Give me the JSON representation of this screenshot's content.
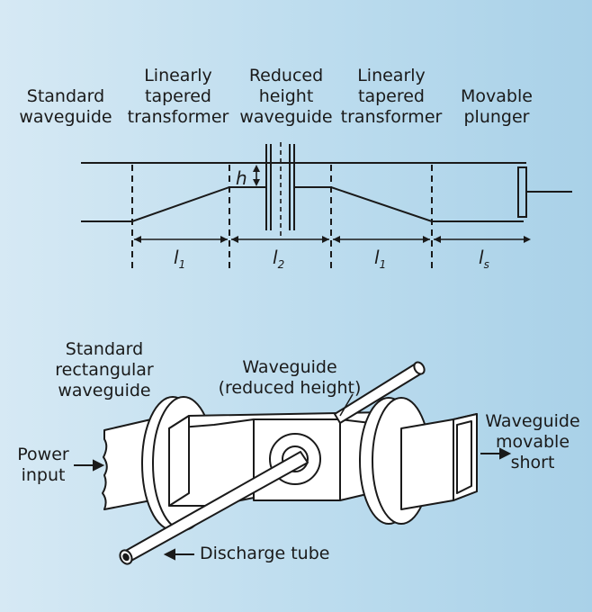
{
  "top_diagram": {
    "labels": {
      "standard_waveguide": "Standard\nwaveguide",
      "tapered_transformer_left": "Linearly\ntapered\ntransformer",
      "reduced_height_waveguide": "Reduced\nheight\nwaveguide",
      "tapered_transformer_right": "Linearly\ntapered\ntransformer",
      "movable_plunger": "Movable\nplunger",
      "height": "h"
    },
    "dimensions": {
      "l1_a": "l",
      "l1_a_sub": "1",
      "l2": "l",
      "l2_sub": "2",
      "l1_b": "l",
      "l1_b_sub": "1",
      "ls": "l",
      "ls_sub": "s"
    }
  },
  "bottom_diagram": {
    "labels": {
      "standard_rectangular_waveguide": "Standard\nrectangular\nwaveguide",
      "waveguide_reduced_height": "Waveguide\n(reduced height)",
      "power_input": "Power\ninput",
      "waveguide_movable_short": "Waveguide\nmovable\nshort",
      "discharge_tube": "Discharge tube"
    }
  },
  "colors": {
    "line": "#1a1a1a",
    "bg_left": "#d6e9f4",
    "bg_right": "#a9d1e8"
  }
}
